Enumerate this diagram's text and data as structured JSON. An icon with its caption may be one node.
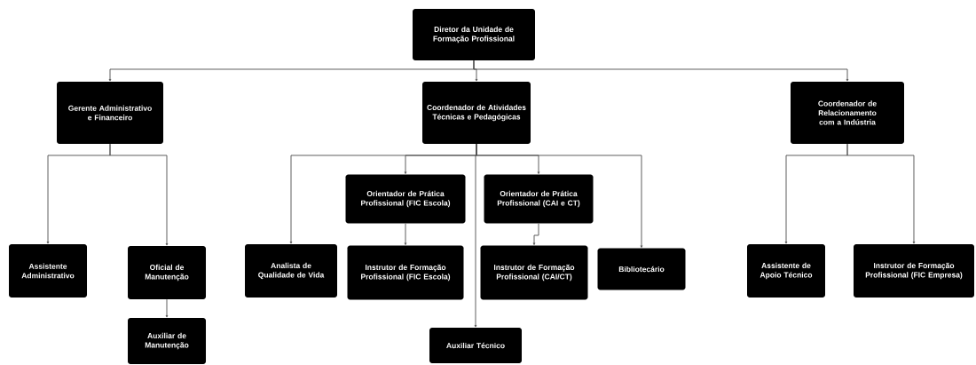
{
  "diagram": {
    "nodes": [
      {
        "text": [
          "Diretor da Unidade de Formação Profissional"
        ]
      },
      {
        "text": [
          "Gerente Administrativo e Financeiro"
        ]
      },
      {
        "text": [
          "Coordenador de Atividades Técnicas e Pedagógicas"
        ]
      },
      {
        "text": [
          "Coordenador de Relacionamento com a Indústria"
        ]
      },
      {
        "text": [
          "Orientador de Prática Profissional (FIC Escola)"
        ]
      },
      {
        "text": [
          "Orientador de Prática Profissional (CAI e CT)"
        ]
      },
      {
        "text": [
          "Assistente Administrativo"
        ]
      },
      {
        "text": [
          "Oficial de Manutenção"
        ]
      },
      {
        "text": [
          "Analista de Qualidade de Vida"
        ]
      },
      {
        "text": [
          "Instrutor de Formação Profissional (FIC Escola)"
        ]
      },
      {
        "text": [
          "Instrutor de Formação Profissional (CAI/CT)"
        ]
      },
      {
        "text": [
          "Bibliotecário"
        ]
      },
      {
        "text": [
          "Assistente de Apoio Técnico"
        ]
      },
      {
        "text": [
          "Instrutor de Formação Profissional (FIC Empresa)"
        ]
      },
      {
        "text": [
          "Auxiliar de Manutenção"
        ]
      },
      {
        "text": [
          "Auxiliar Técnico"
        ]
      }
    ],
    "edges": [
      {
        "from": 0,
        "to": 1,
        "arrow": "to"
      },
      {
        "from": 0,
        "to": 2,
        "arrow": "to"
      },
      {
        "from": 0,
        "to": 3,
        "arrow": "to"
      },
      {
        "from": 1,
        "to": 6,
        "arrow": "to"
      },
      {
        "from": 1,
        "to": 7,
        "arrow": "to"
      },
      {
        "from": 7,
        "to": 14,
        "arrow": "to"
      },
      {
        "from": 2,
        "to": 8,
        "arrow": "to"
      },
      {
        "from": 2,
        "to": 4,
        "arrow": "to"
      },
      {
        "from": 2,
        "to": 5,
        "arrow": "to"
      },
      {
        "from": 2,
        "to": 11,
        "arrow": "to"
      },
      {
        "from": 2,
        "to": 15,
        "arrow": "to"
      },
      {
        "from": 4,
        "to": 9,
        "arrow": "to"
      },
      {
        "from": 5,
        "to": 10,
        "arrow": "to"
      },
      {
        "from": 3,
        "to": 12,
        "arrow": "to"
      },
      {
        "from": 3,
        "to": 13,
        "arrow": "to"
      }
    ]
  }
}
